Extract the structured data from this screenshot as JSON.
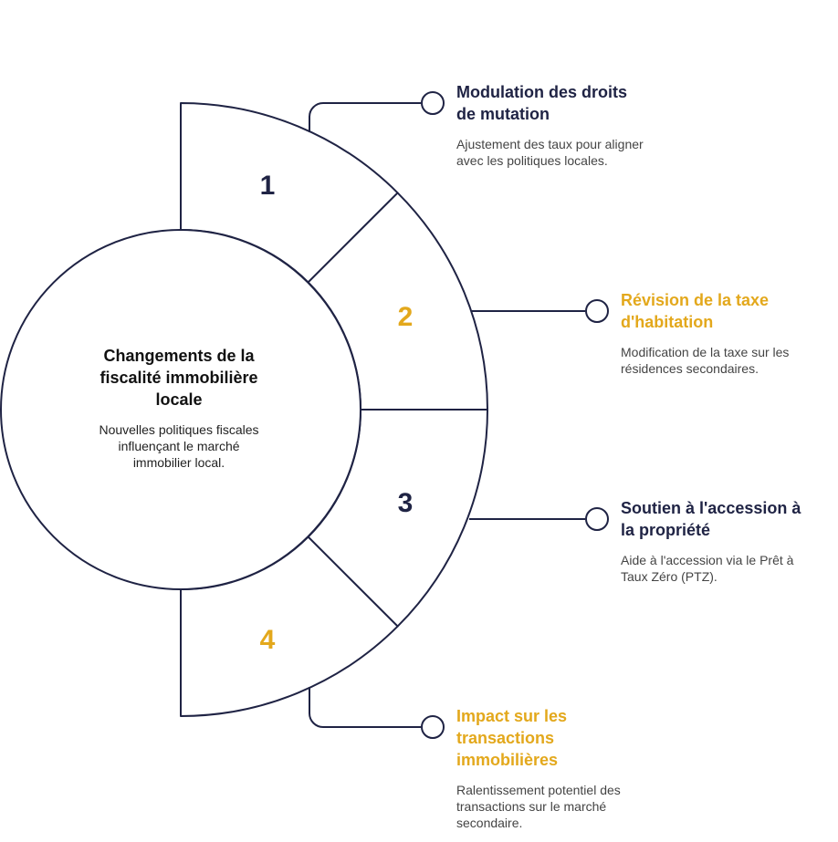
{
  "colors": {
    "navy": "#1f2344",
    "gold": "#e3a81c",
    "line": "#1f2344"
  },
  "center": {
    "title": "Changements de la fiscalité immobilière locale",
    "description": "Nouvelles politiques fiscales influençant le marché immobilier local."
  },
  "segments": [
    {
      "number": "1",
      "color": "navy"
    },
    {
      "number": "2",
      "color": "gold"
    },
    {
      "number": "3",
      "color": "navy"
    },
    {
      "number": "4",
      "color": "gold"
    }
  ],
  "items": [
    {
      "title": "Modulation des droits de mutation",
      "description": "Ajustement des taux pour aligner avec les politiques locales.",
      "color": "navy"
    },
    {
      "title": "Révision de la taxe d'habitation",
      "description": "Modification de la taxe sur les résidences secondaires.",
      "color": "gold"
    },
    {
      "title": "Soutien à l'accession à la propriété",
      "description": "Aide à l'accession via le Prêt à Taux Zéro (PTZ).",
      "color": "navy"
    },
    {
      "title": "Impact sur les transactions immobilières",
      "description": "Ralentissement potentiel des transactions sur le marché secondaire.",
      "color": "gold"
    }
  ]
}
